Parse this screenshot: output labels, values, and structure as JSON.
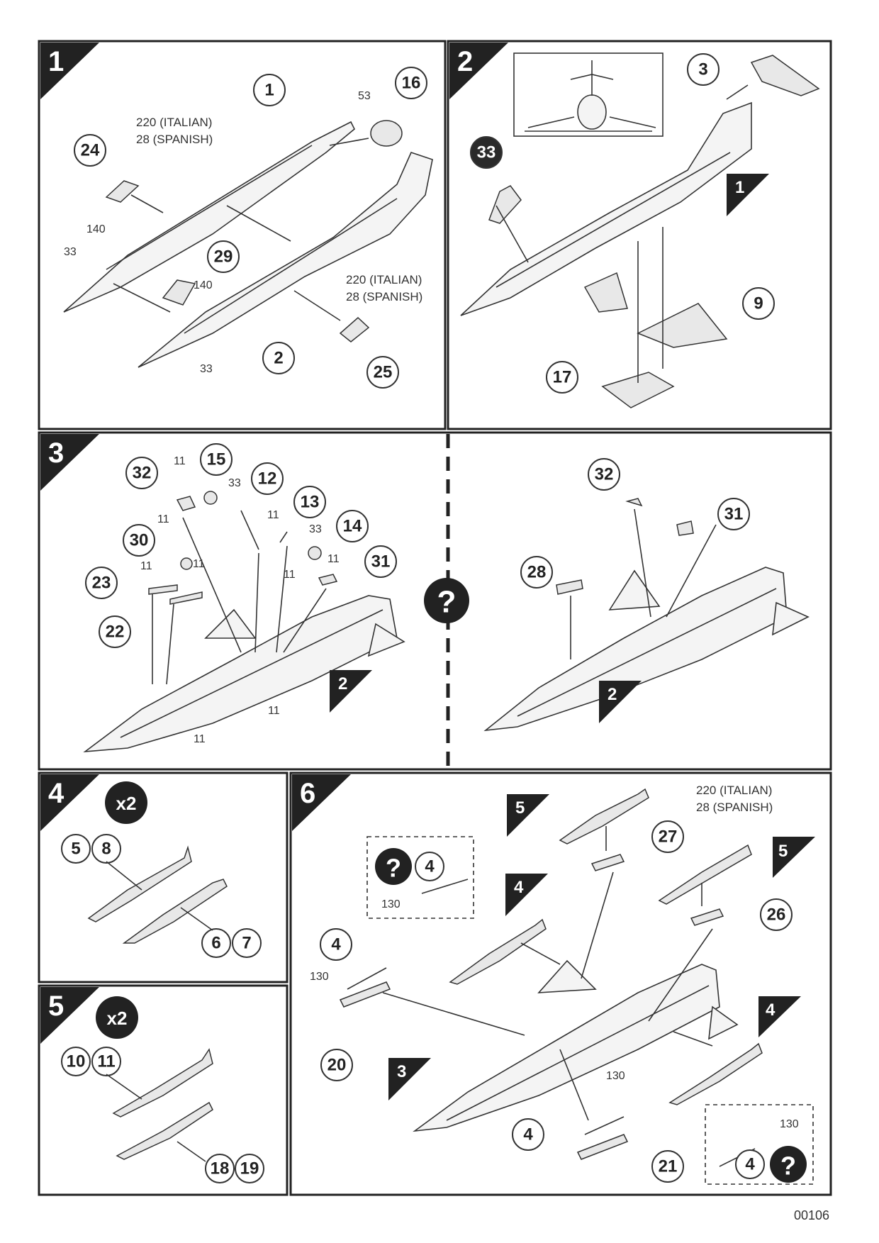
{
  "steps": [
    {
      "number": "1"
    },
    {
      "number": "2"
    },
    {
      "number": "3"
    },
    {
      "number": "4",
      "multiplier": "x2"
    },
    {
      "number": "5",
      "multiplier": "x2"
    },
    {
      "number": "6"
    }
  ],
  "step1": {
    "parts": [
      "1",
      "16",
      "24",
      "29",
      "2",
      "25"
    ],
    "labels": [
      "53",
      "140",
      "33",
      "140",
      "33"
    ],
    "notes": [
      "220 (ITALIAN)",
      "28 (SPANISH)"
    ]
  },
  "step2": {
    "parts": [
      "3",
      "33",
      "9",
      "17"
    ],
    "ref": "1"
  },
  "step3": {
    "parts": [
      "15",
      "32",
      "12",
      "13",
      "14",
      "30",
      "31",
      "23",
      "22"
    ],
    "labels": [
      "11",
      "33",
      "11",
      "33",
      "11",
      "11",
      "11",
      "11",
      "11",
      "11",
      "11"
    ],
    "ref": "2"
  },
  "step3b": {
    "parts": [
      "32",
      "31",
      "28"
    ],
    "ref": "2",
    "optional_icon": "?"
  },
  "step4": {
    "parts": [
      "5",
      "8",
      "6",
      "7"
    ]
  },
  "step5": {
    "parts": [
      "10",
      "11",
      "18",
      "19"
    ]
  },
  "step6": {
    "parts": [
      "27",
      "26",
      "4",
      "20",
      "21",
      "4",
      "4",
      "4"
    ],
    "labels": [
      "130",
      "130",
      "130",
      "130"
    ],
    "refs": [
      "5",
      "5",
      "4",
      "4",
      "3"
    ],
    "notes": [
      "220 (ITALIAN)",
      "28 (SPANISH)"
    ],
    "optional_icon": "?"
  },
  "footer": {
    "code": "00106"
  }
}
